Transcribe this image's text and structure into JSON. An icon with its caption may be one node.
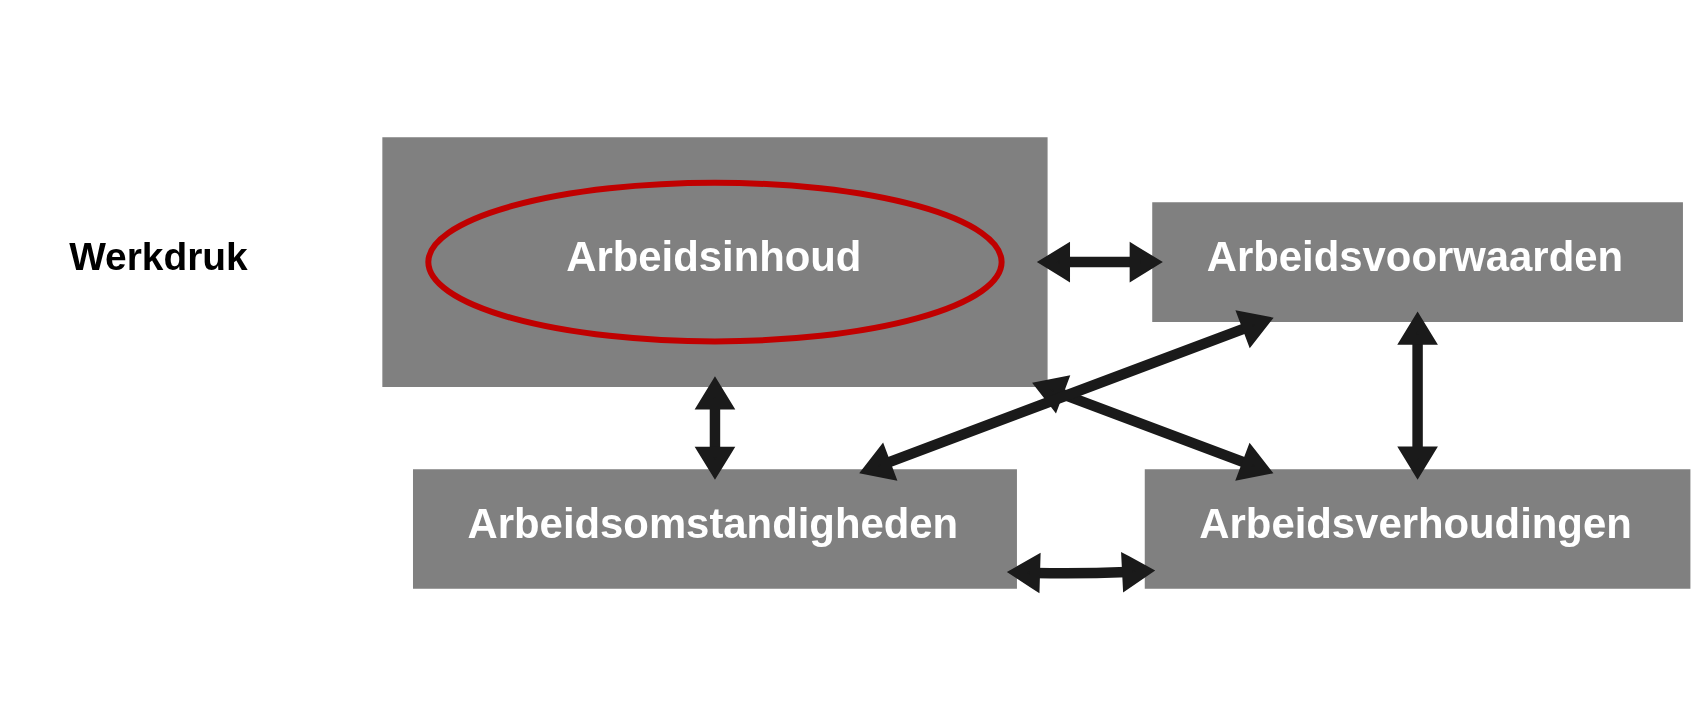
{
  "diagram": {
    "nodes": [
      {
        "text": [],
        "shape": "box"
      },
      {
        "text": [
          "Arbeidsinhoud"
        ],
        "in": 0
      },
      {
        "text": [
          "Arbeidsvoorwaarden"
        ]
      },
      {
        "text": [
          "Arbeidsomstandigheden"
        ]
      },
      {
        "text": [
          "Arbeidsverhoudingen"
        ]
      }
    ],
    "edges": [
      {
        "from": 0,
        "to": 2,
        "arrow": "both"
      },
      {
        "from": 0,
        "to": 3,
        "arrow": "both"
      },
      {
        "from": 2,
        "to": 4,
        "arrow": "both"
      },
      {
        "from": 0,
        "to": 4,
        "arrow": "both"
      },
      {
        "from": 2,
        "to": 3,
        "arrow": "both"
      },
      {
        "from": 3,
        "to": 4,
        "arrow": "both"
      }
    ],
    "labels": [
      "Werkdruk"
    ]
  }
}
